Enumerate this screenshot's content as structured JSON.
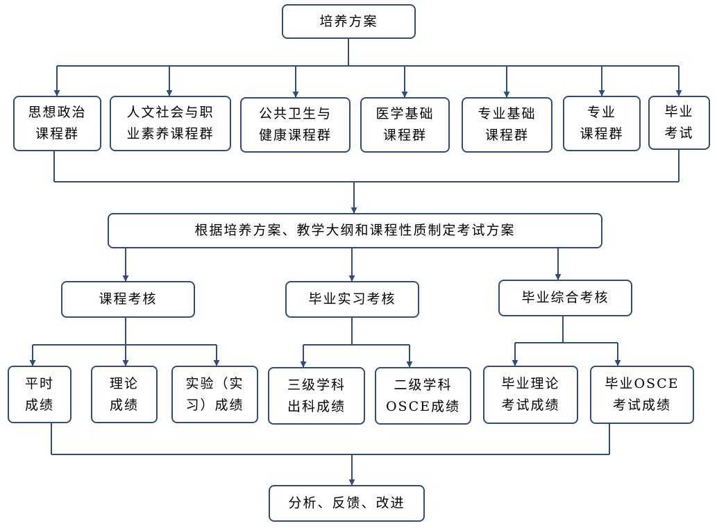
{
  "colors": {
    "line": "#2e4d7a",
    "box_border": "#2e4d7a",
    "background": "#ffffff"
  },
  "nodes": {
    "root": {
      "lines": [
        "培养方案"
      ]
    },
    "courses": [
      {
        "lines": [
          "思想政治",
          "课程群"
        ]
      },
      {
        "lines": [
          "人文社会与职",
          "业素养课程群"
        ]
      },
      {
        "lines": [
          "公共卫生与",
          "健康课程群"
        ]
      },
      {
        "lines": [
          "医学基础",
          "课程群"
        ]
      },
      {
        "lines": [
          "专业基础",
          "课程群"
        ]
      },
      {
        "lines": [
          "专业",
          "课程群"
        ]
      },
      {
        "lines": [
          "毕业",
          "考试"
        ]
      }
    ],
    "plan": {
      "lines": [
        "根据培养方案、教学大纲和课程性质制定考试方案"
      ]
    },
    "assessments": [
      {
        "lines": [
          "课程考核"
        ]
      },
      {
        "lines": [
          "毕业实习考核"
        ]
      },
      {
        "lines": [
          "毕业综合考核"
        ]
      }
    ],
    "scores": [
      {
        "lines": [
          "平时",
          "成绩"
        ]
      },
      {
        "lines": [
          "理论",
          "成绩"
        ]
      },
      {
        "lines": [
          "实验（实",
          "习）成绩"
        ]
      },
      {
        "lines": [
          "三级学科",
          "出科成绩"
        ]
      },
      {
        "lines": [
          "二级学科",
          "OSCE成绩"
        ]
      },
      {
        "lines": [
          "毕业理论",
          "考试成绩"
        ]
      },
      {
        "lines": [
          "毕业OSCE",
          "考试成绩"
        ]
      }
    ],
    "final": {
      "lines": [
        "分析、反馈、改进"
      ]
    }
  }
}
